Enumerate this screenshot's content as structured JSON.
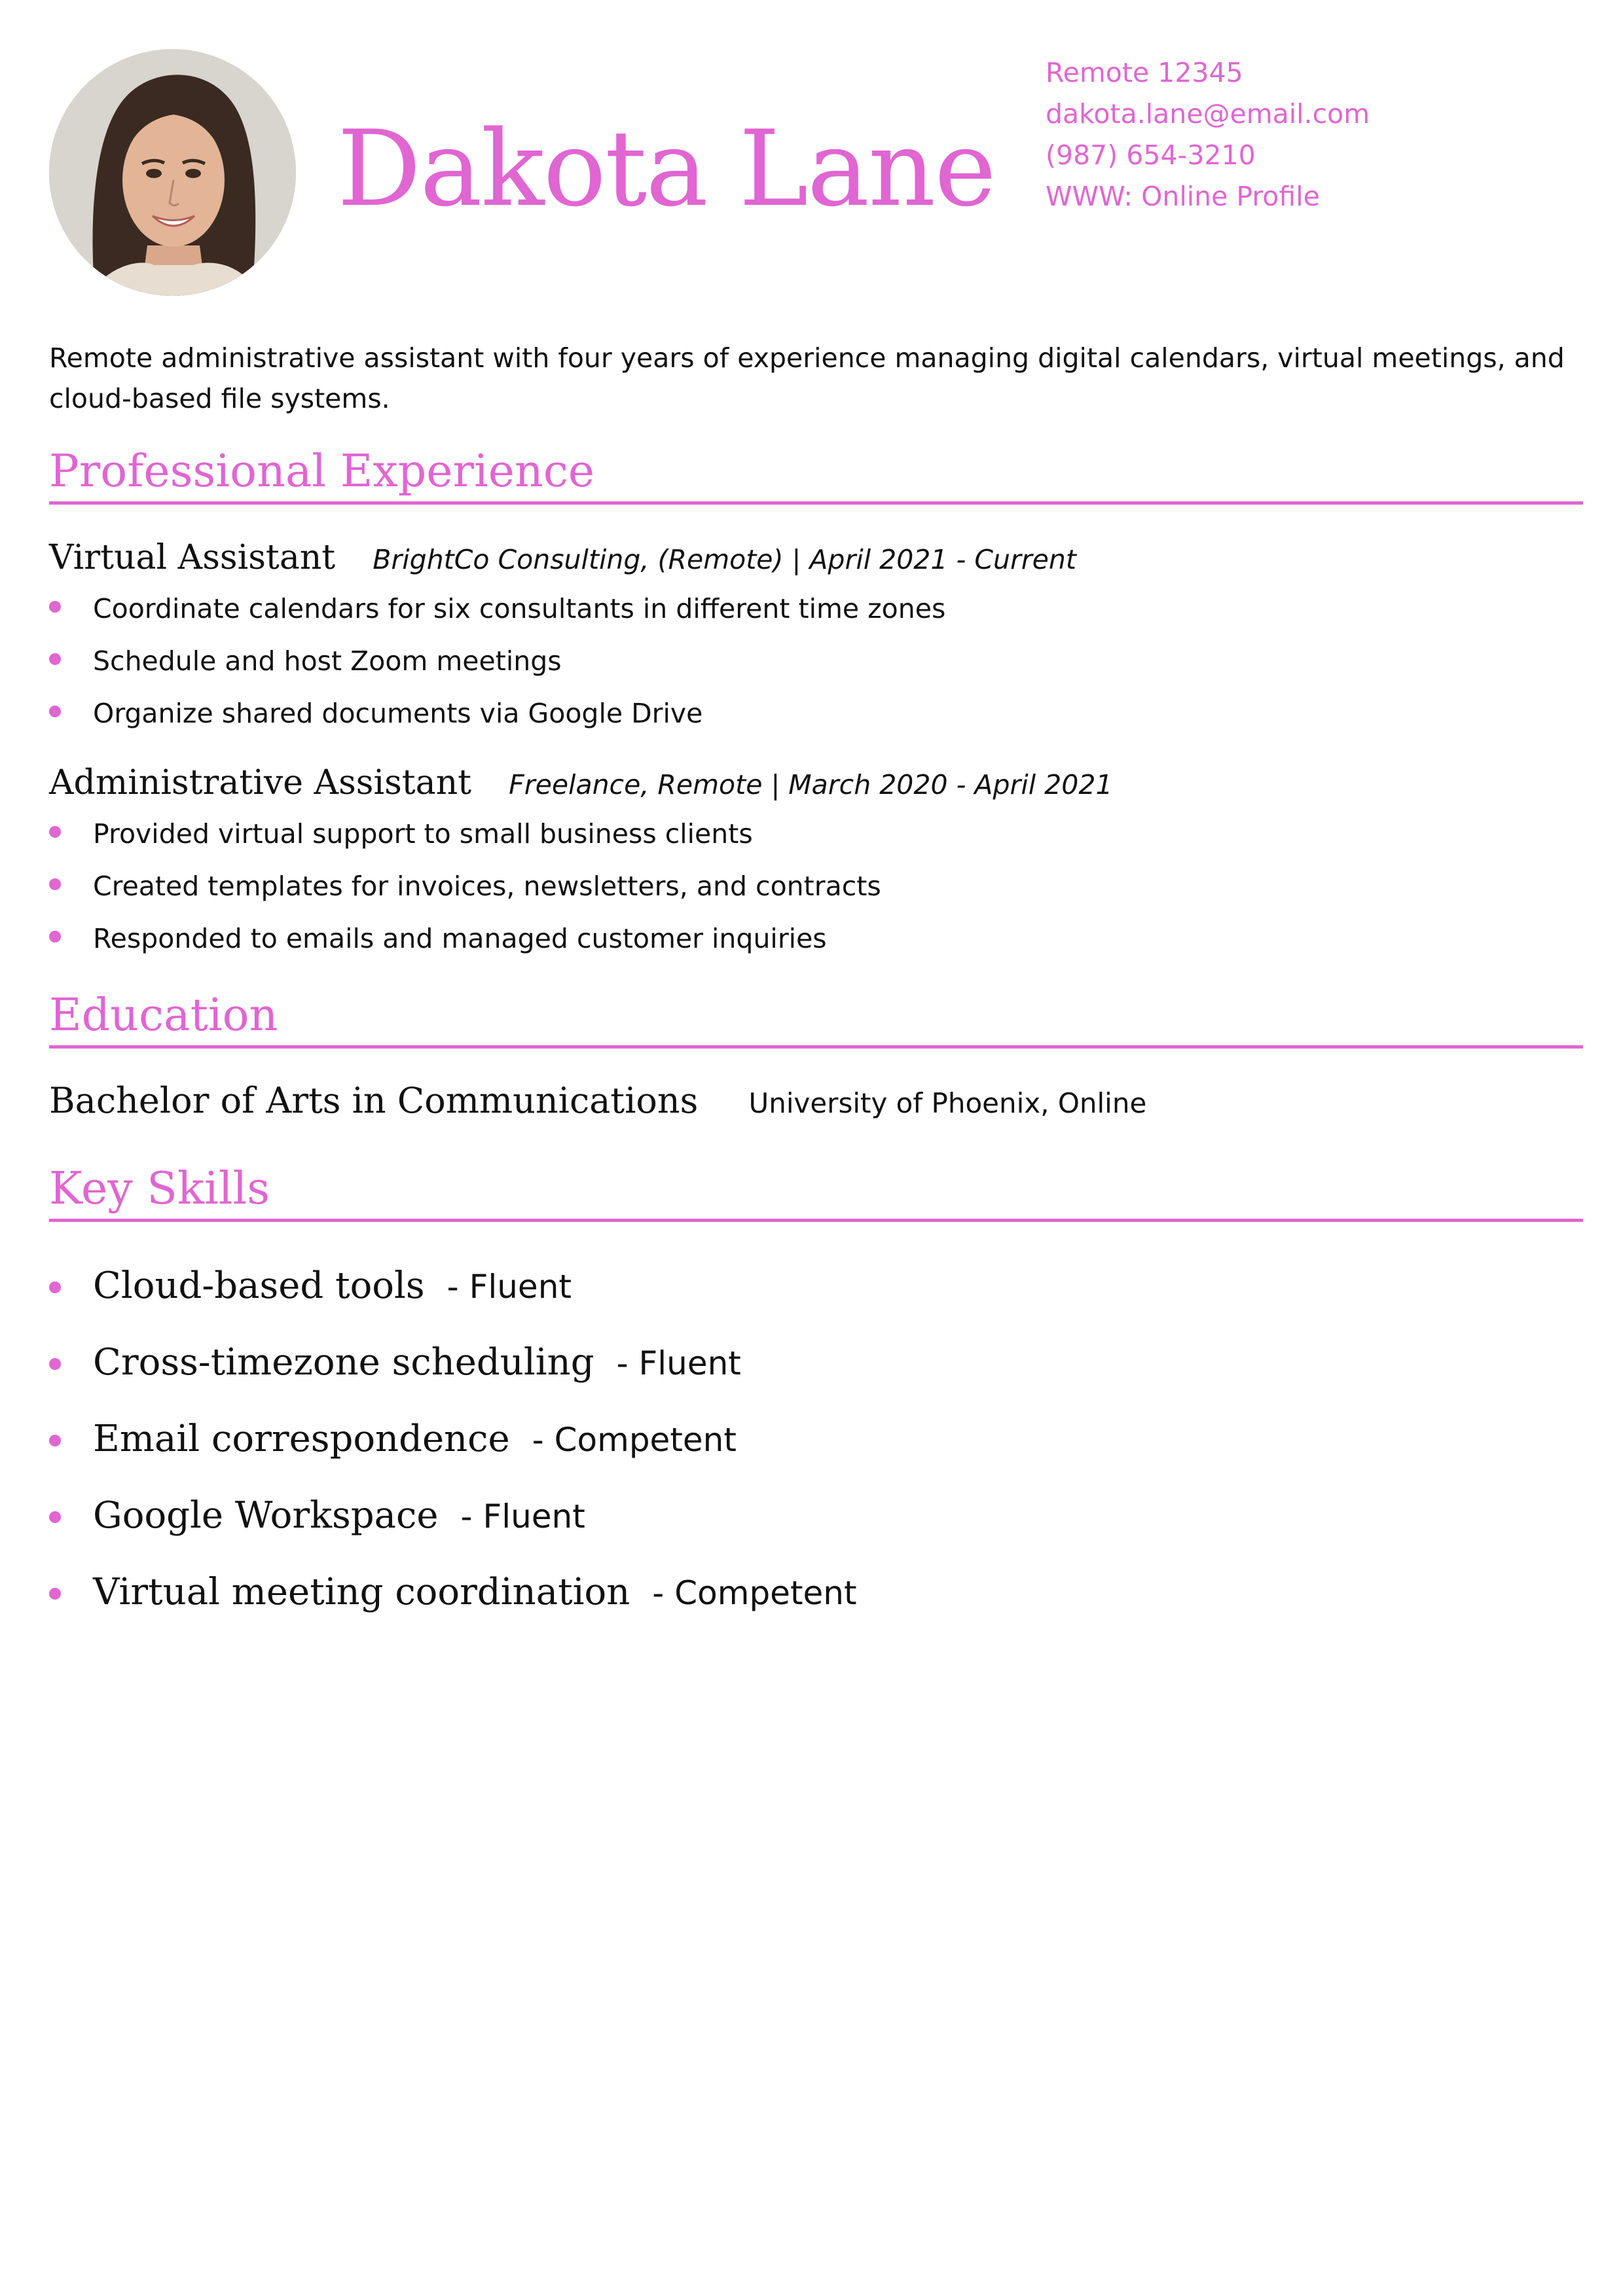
{
  "header": {
    "name": "Dakota Lane",
    "contact": {
      "address": "Remote 12345",
      "email": "dakota.lane@email.com",
      "phone": "(987) 654-3210",
      "website": "WWW: Online Profile"
    }
  },
  "summary": "Remote administrative assistant with four years of experience managing digital calendars, virtual meetings, and cloud-based file systems.",
  "experience": {
    "title": "Professional Experience",
    "jobs": [
      {
        "title": "Virtual Assistant",
        "meta": "BrightCo Consulting, (Remote) | April 2021 - Current",
        "bullets": [
          "Coordinate calendars for six consultants in different time zones",
          "Schedule and host Zoom meetings",
          "Organize shared documents via Google Drive"
        ]
      },
      {
        "title": "Administrative Assistant",
        "meta": "Freelance, Remote | March 2020 - April 2021",
        "bullets": [
          "Provided virtual support to small business clients",
          "Created templates for invoices, newsletters, and contracts",
          "Responded to emails and managed customer inquiries"
        ]
      }
    ]
  },
  "education": {
    "title": "Education",
    "degree": "Bachelor of Arts in Communications",
    "school": "University of Phoenix, Online"
  },
  "skills": {
    "title": "Key Skills",
    "items": [
      {
        "name": "Cloud-based tools",
        "level": "- Fluent"
      },
      {
        "name": "Cross-timezone scheduling",
        "level": "- Fluent"
      },
      {
        "name": "Email correspondence",
        "level": "- Competent"
      },
      {
        "name": "Google Workspace",
        "level": "- Fluent"
      },
      {
        "name": "Virtual meeting coordination",
        "level": "- Competent"
      }
    ]
  },
  "colors": {
    "accent": "#e066d2",
    "text": "#111111"
  }
}
